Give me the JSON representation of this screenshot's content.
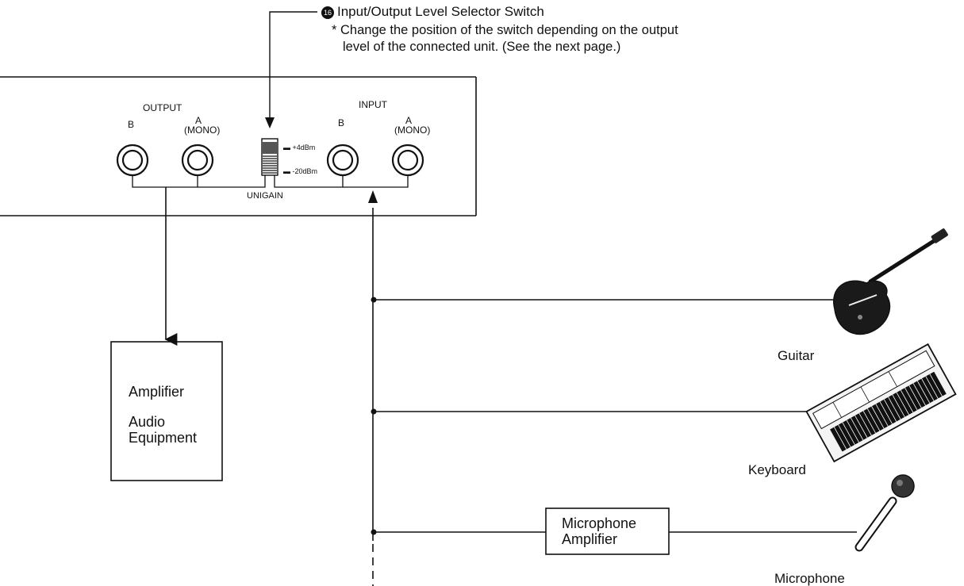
{
  "callout": {
    "number": "16",
    "title": "Input/Output Level Selector Switch",
    "note_line1": "* Change the position of the switch depending on the output",
    "note_line2": "level of the connected unit. (See the next page.)"
  },
  "panel": {
    "output_label": "OUTPUT",
    "output_b": "B",
    "output_a": "A",
    "output_a_sub": "(MONO)",
    "input_label": "INPUT",
    "input_b": "B",
    "input_a": "A",
    "input_a_sub": "(MONO)",
    "switch_high": "+4dBm",
    "switch_low": "-20dBm",
    "unigain": "UNIGAIN"
  },
  "amplifier_box": {
    "line1": "Amplifier",
    "line2": "Audio",
    "line3": "Equipment"
  },
  "mic_amp_box": {
    "line1": "Microphone",
    "line2": "Amplifier"
  },
  "devices": {
    "guitar": "Guitar",
    "keyboard": "Keyboard",
    "microphone": "Microphone"
  },
  "colors": {
    "ink": "#111111",
    "background": "#ffffff"
  },
  "icons": [
    "guitar-icon",
    "keyboard-icon",
    "microphone-icon",
    "jack-icon",
    "switch-icon"
  ]
}
